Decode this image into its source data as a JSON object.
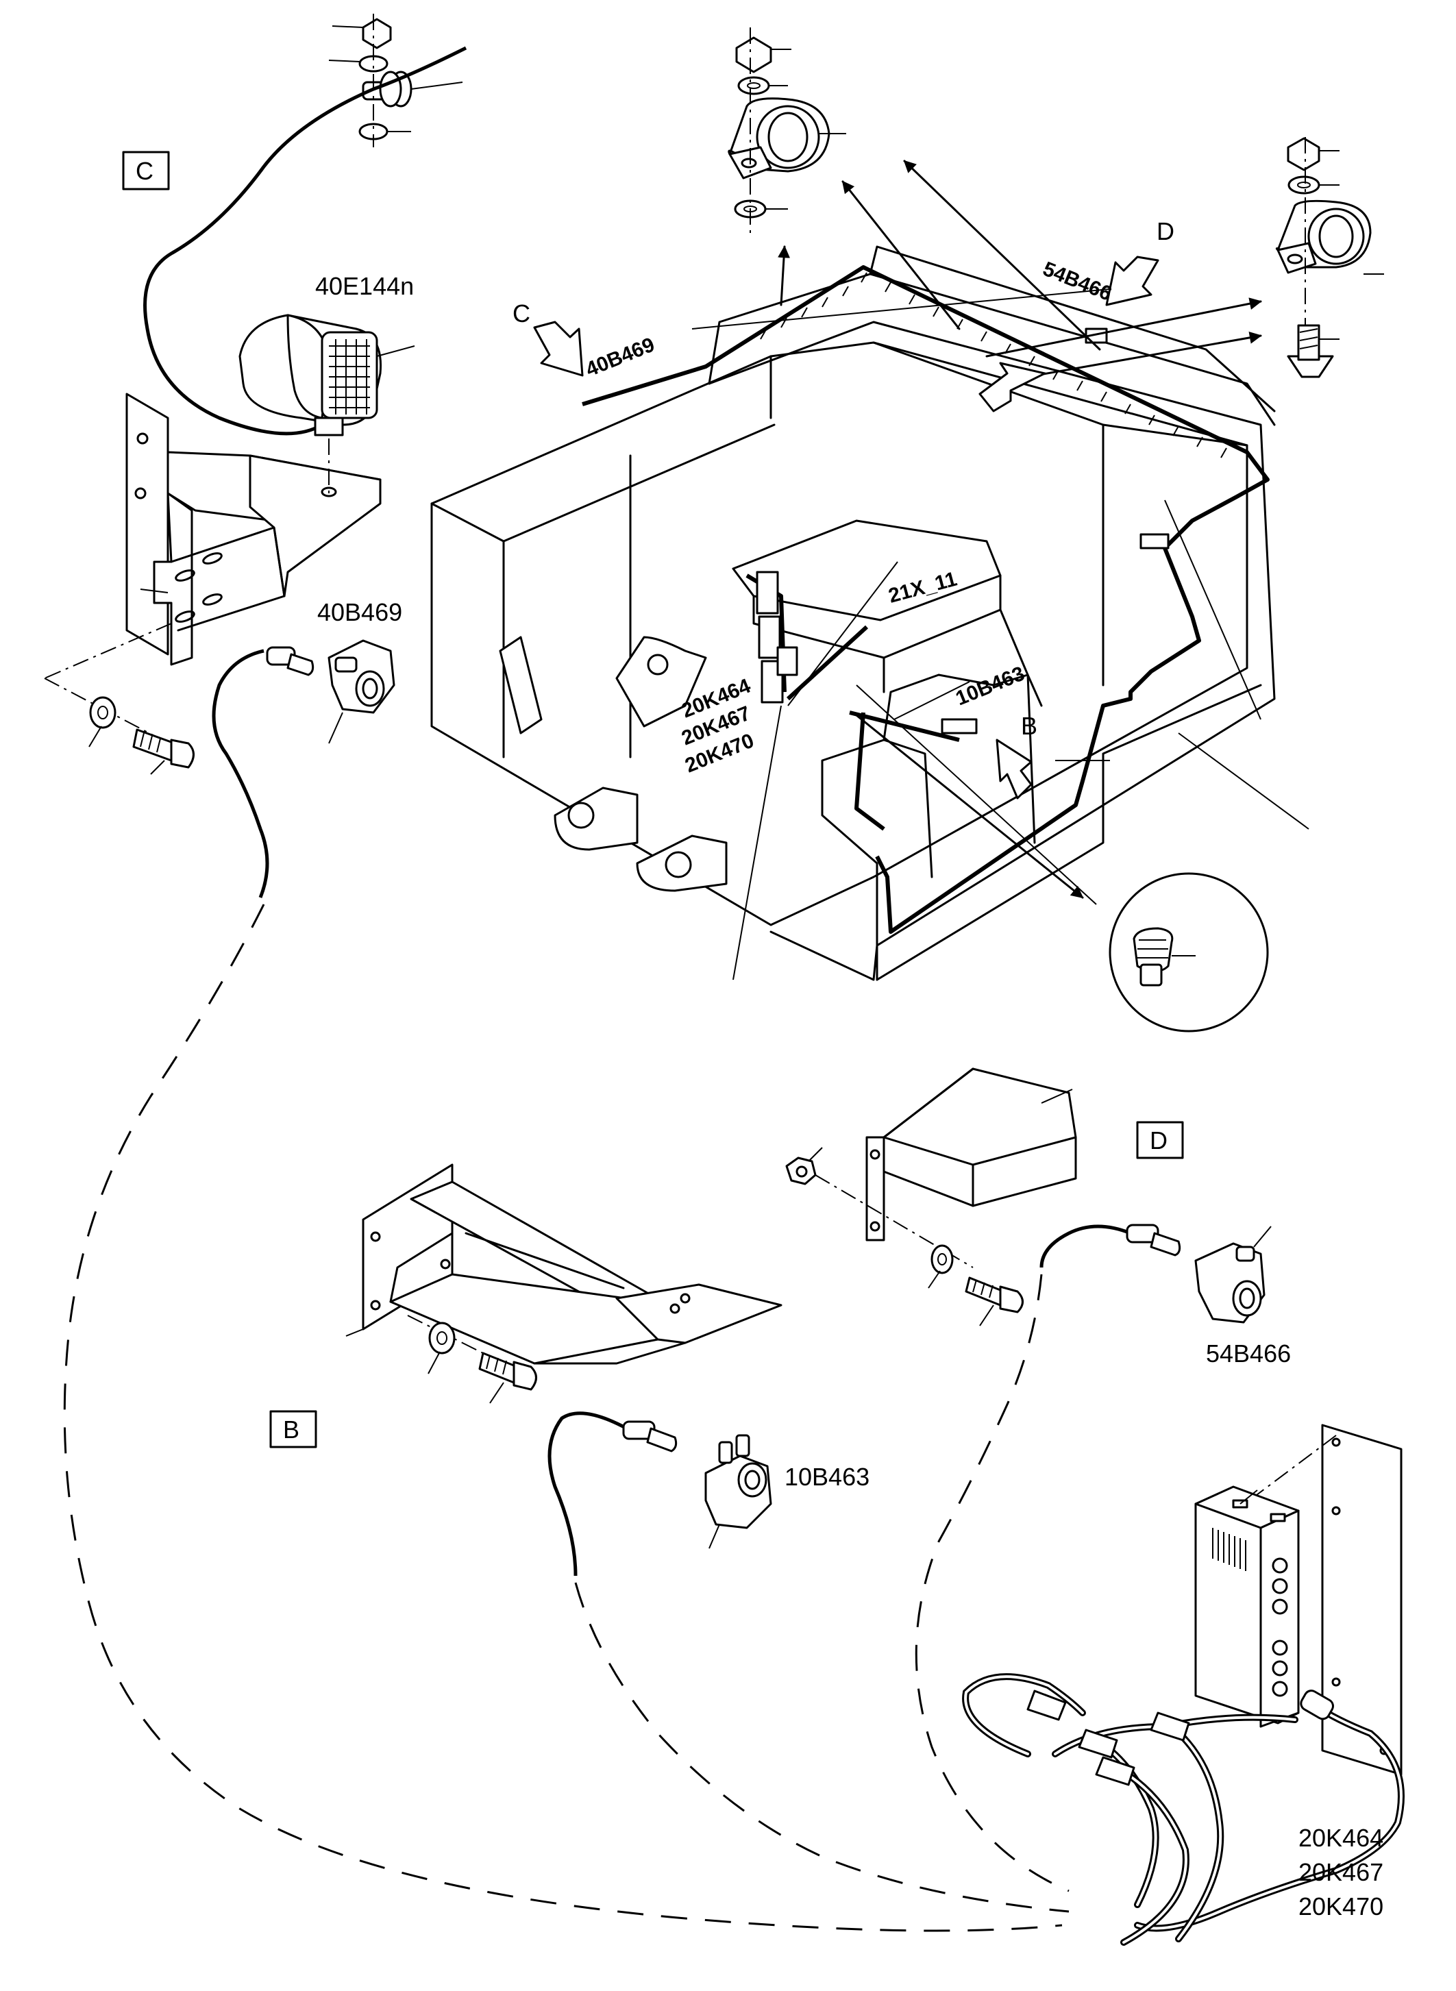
{
  "labels": {
    "view_c_box": "C",
    "view_d_box": "D",
    "view_b_box": "B",
    "arrow_c": "C",
    "arrow_b": "B",
    "arrow_d": "D",
    "lamp_40e144n": "40E144n",
    "sensor_40b469_detail": "40B469",
    "sensor_40b469_main": "40B469",
    "sensor_54b466_main": "54B466",
    "sensor_54b466_detail": "54B466",
    "sensor_10b463_main": "10B463",
    "sensor_10b463_detail": "10B463",
    "connector_21x11": "21X_11",
    "relay_main_1": "20K464",
    "relay_main_2": "20K467",
    "relay_main_3": "20K470",
    "relay_detail_1": "20K464",
    "relay_detail_2": "20K467",
    "relay_detail_3": "20K470"
  }
}
